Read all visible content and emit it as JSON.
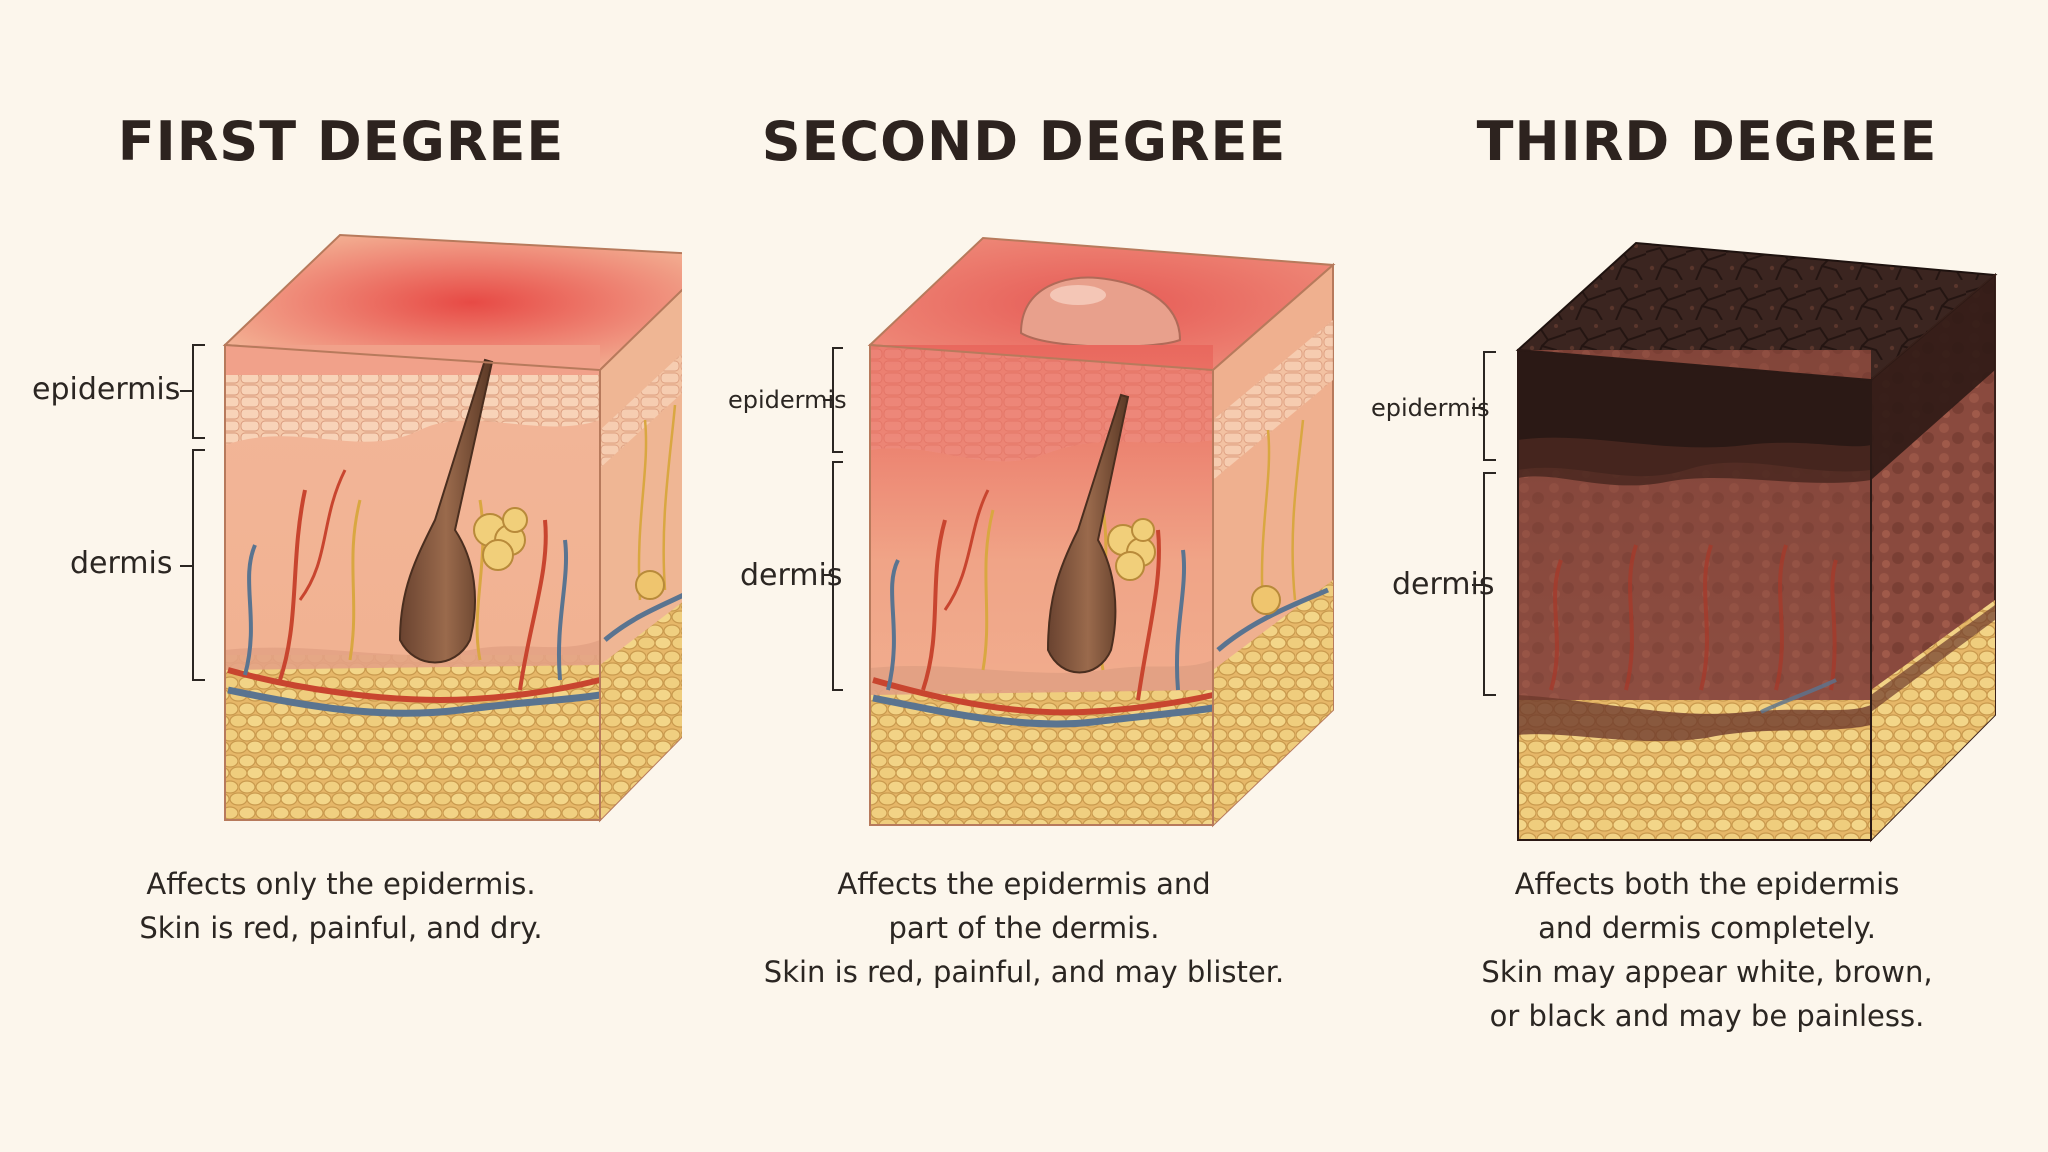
{
  "panels": [
    {
      "title": "FIRST DEGREE",
      "labels": {
        "epidermis": "epidermis",
        "dermis": "dermis"
      },
      "caption": [
        "Affects only the epidermis.",
        "Skin is red, painful, and dry."
      ]
    },
    {
      "title": "SECOND DEGREE",
      "labels": {
        "epidermis": "epidermis",
        "dermis": "dermis"
      },
      "caption": [
        "Affects the epidermis and",
        "part of the dermis.",
        "Skin is red, painful, and may blister."
      ]
    },
    {
      "title": "THIRD DEGREE",
      "labels": {
        "epidermis": "epidermis",
        "dermis": "dermis"
      },
      "caption": [
        "Affects both the epidermis",
        "and dermis completely.",
        "Skin may appear white, brown,",
        "or black and may be painless."
      ]
    }
  ],
  "colors": {
    "background": "#fcf6ec",
    "skin": "#f1b897",
    "burn_red": "#e8615a",
    "fat": "#efc976",
    "char": "#3a2620",
    "artery": "#c8452f",
    "vein": "#5a7490",
    "nerve": "#d9a741"
  }
}
